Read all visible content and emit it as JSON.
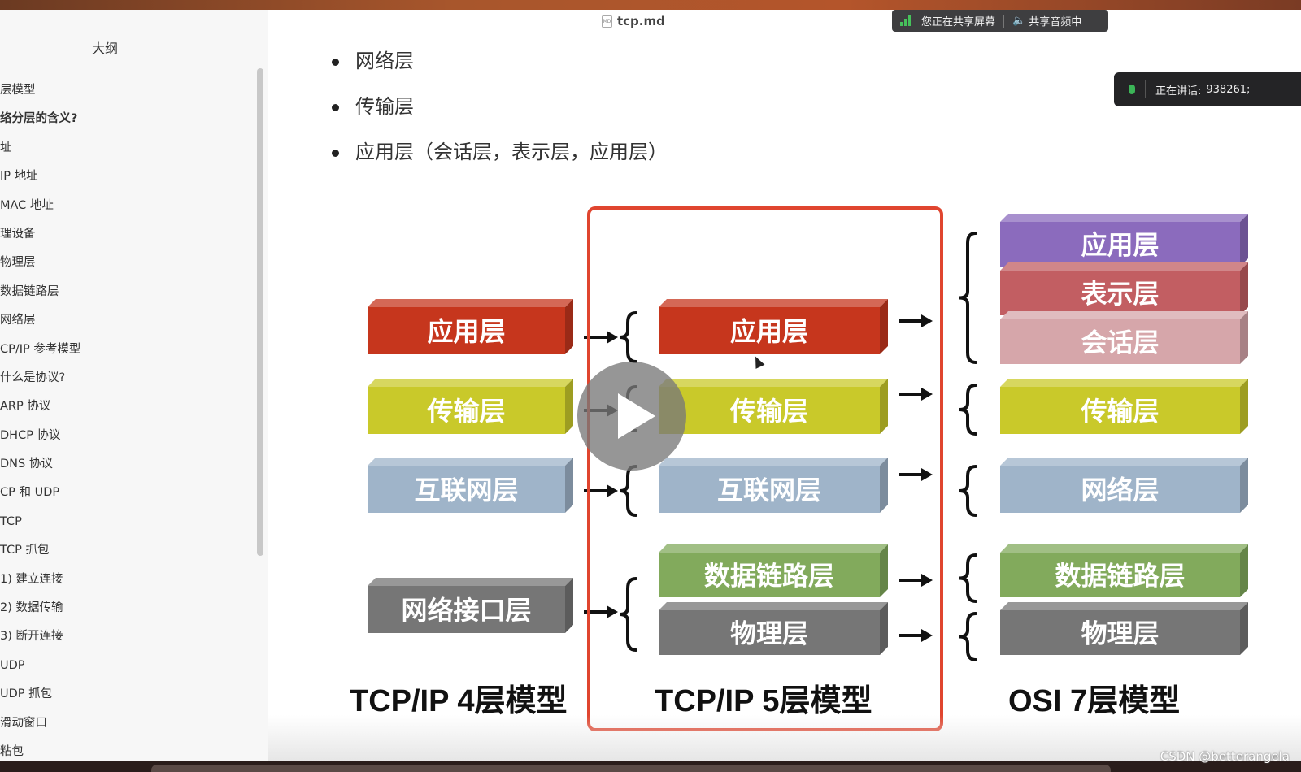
{
  "document": {
    "filename": "tcp.md",
    "file_icon_label": "MD"
  },
  "screen_share": {
    "status_text": "您正在共享屏幕",
    "audio_text": "共享音频中"
  },
  "speaking": {
    "label": "正在讲话:",
    "user": "938261;"
  },
  "sidebar": {
    "title": "大纲",
    "items": [
      {
        "label": "层模型",
        "bold": false
      },
      {
        "label": "络分层的含义?",
        "bold": true
      },
      {
        "label": "址",
        "bold": false
      },
      {
        "label": "IP 地址",
        "bold": false
      },
      {
        "label": "MAC 地址",
        "bold": false
      },
      {
        "label": "理设备",
        "bold": false
      },
      {
        "label": "物理层",
        "bold": false
      },
      {
        "label": "数据链路层",
        "bold": false
      },
      {
        "label": "网络层",
        "bold": false
      },
      {
        "label": "CP/IP 参考模型",
        "bold": false
      },
      {
        "label": "什么是协议?",
        "bold": false
      },
      {
        "label": "ARP 协议",
        "bold": false
      },
      {
        "label": "DHCP 协议",
        "bold": false
      },
      {
        "label": "DNS 协议",
        "bold": false
      },
      {
        "label": "CP 和 UDP",
        "bold": false
      },
      {
        "label": "TCP",
        "bold": false
      },
      {
        "label": "TCP 抓包",
        "bold": false
      },
      {
        "label": "1) 建立连接",
        "bold": false
      },
      {
        "label": "2) 数据传输",
        "bold": false
      },
      {
        "label": "3) 断开连接",
        "bold": false
      },
      {
        "label": "UDP",
        "bold": false
      },
      {
        "label": "UDP 抓包",
        "bold": false
      },
      {
        "label": "滑动窗口",
        "bold": false
      },
      {
        "label": "粘包",
        "bold": false
      }
    ]
  },
  "bullets": [
    "网络层",
    "传输层",
    "应用层（会话层，表示层，应用层）"
  ],
  "diagram": {
    "columns": [
      {
        "caption": "TCP/IP  4层模型",
        "layers": [
          {
            "label": "应用层",
            "color": "#c6361d"
          },
          {
            "label": "传输层",
            "color": "#c9c92a"
          },
          {
            "label": "互联网层",
            "color": "#9fb4c9"
          },
          {
            "label": "网络接口层",
            "color": "#767676"
          }
        ]
      },
      {
        "caption": "TCP/IP 5层模型",
        "layers": [
          {
            "label": "应用层",
            "color": "#c6361d"
          },
          {
            "label": "传输层",
            "color": "#c9c92a"
          },
          {
            "label": "互联网层",
            "color": "#9fb4c9"
          },
          {
            "label": "数据链路层",
            "color": "#82aa5c"
          },
          {
            "label": "物理层",
            "color": "#767676"
          }
        ]
      },
      {
        "caption": "OSI  7层模型",
        "layers": [
          {
            "label": "应用层",
            "color": "#8b6bbd"
          },
          {
            "label": "表示层",
            "color": "#c25e62"
          },
          {
            "label": "会话层",
            "color": "#d6a6aa"
          },
          {
            "label": "传输层",
            "color": "#c9c92a"
          },
          {
            "label": "网络层",
            "color": "#9fb4c9"
          },
          {
            "label": "数据链路层",
            "color": "#82aa5c"
          },
          {
            "label": "物理层",
            "color": "#767676"
          }
        ]
      }
    ],
    "highlight_color": "#e0452f"
  },
  "watermark": "CSDN @betterangela",
  "icons": [
    "md-file-icon",
    "signal-bars-icon",
    "speaker-icon",
    "microphone-icon",
    "play-icon",
    "arrow-right-icon",
    "brace-icon",
    "cursor-icon"
  ]
}
